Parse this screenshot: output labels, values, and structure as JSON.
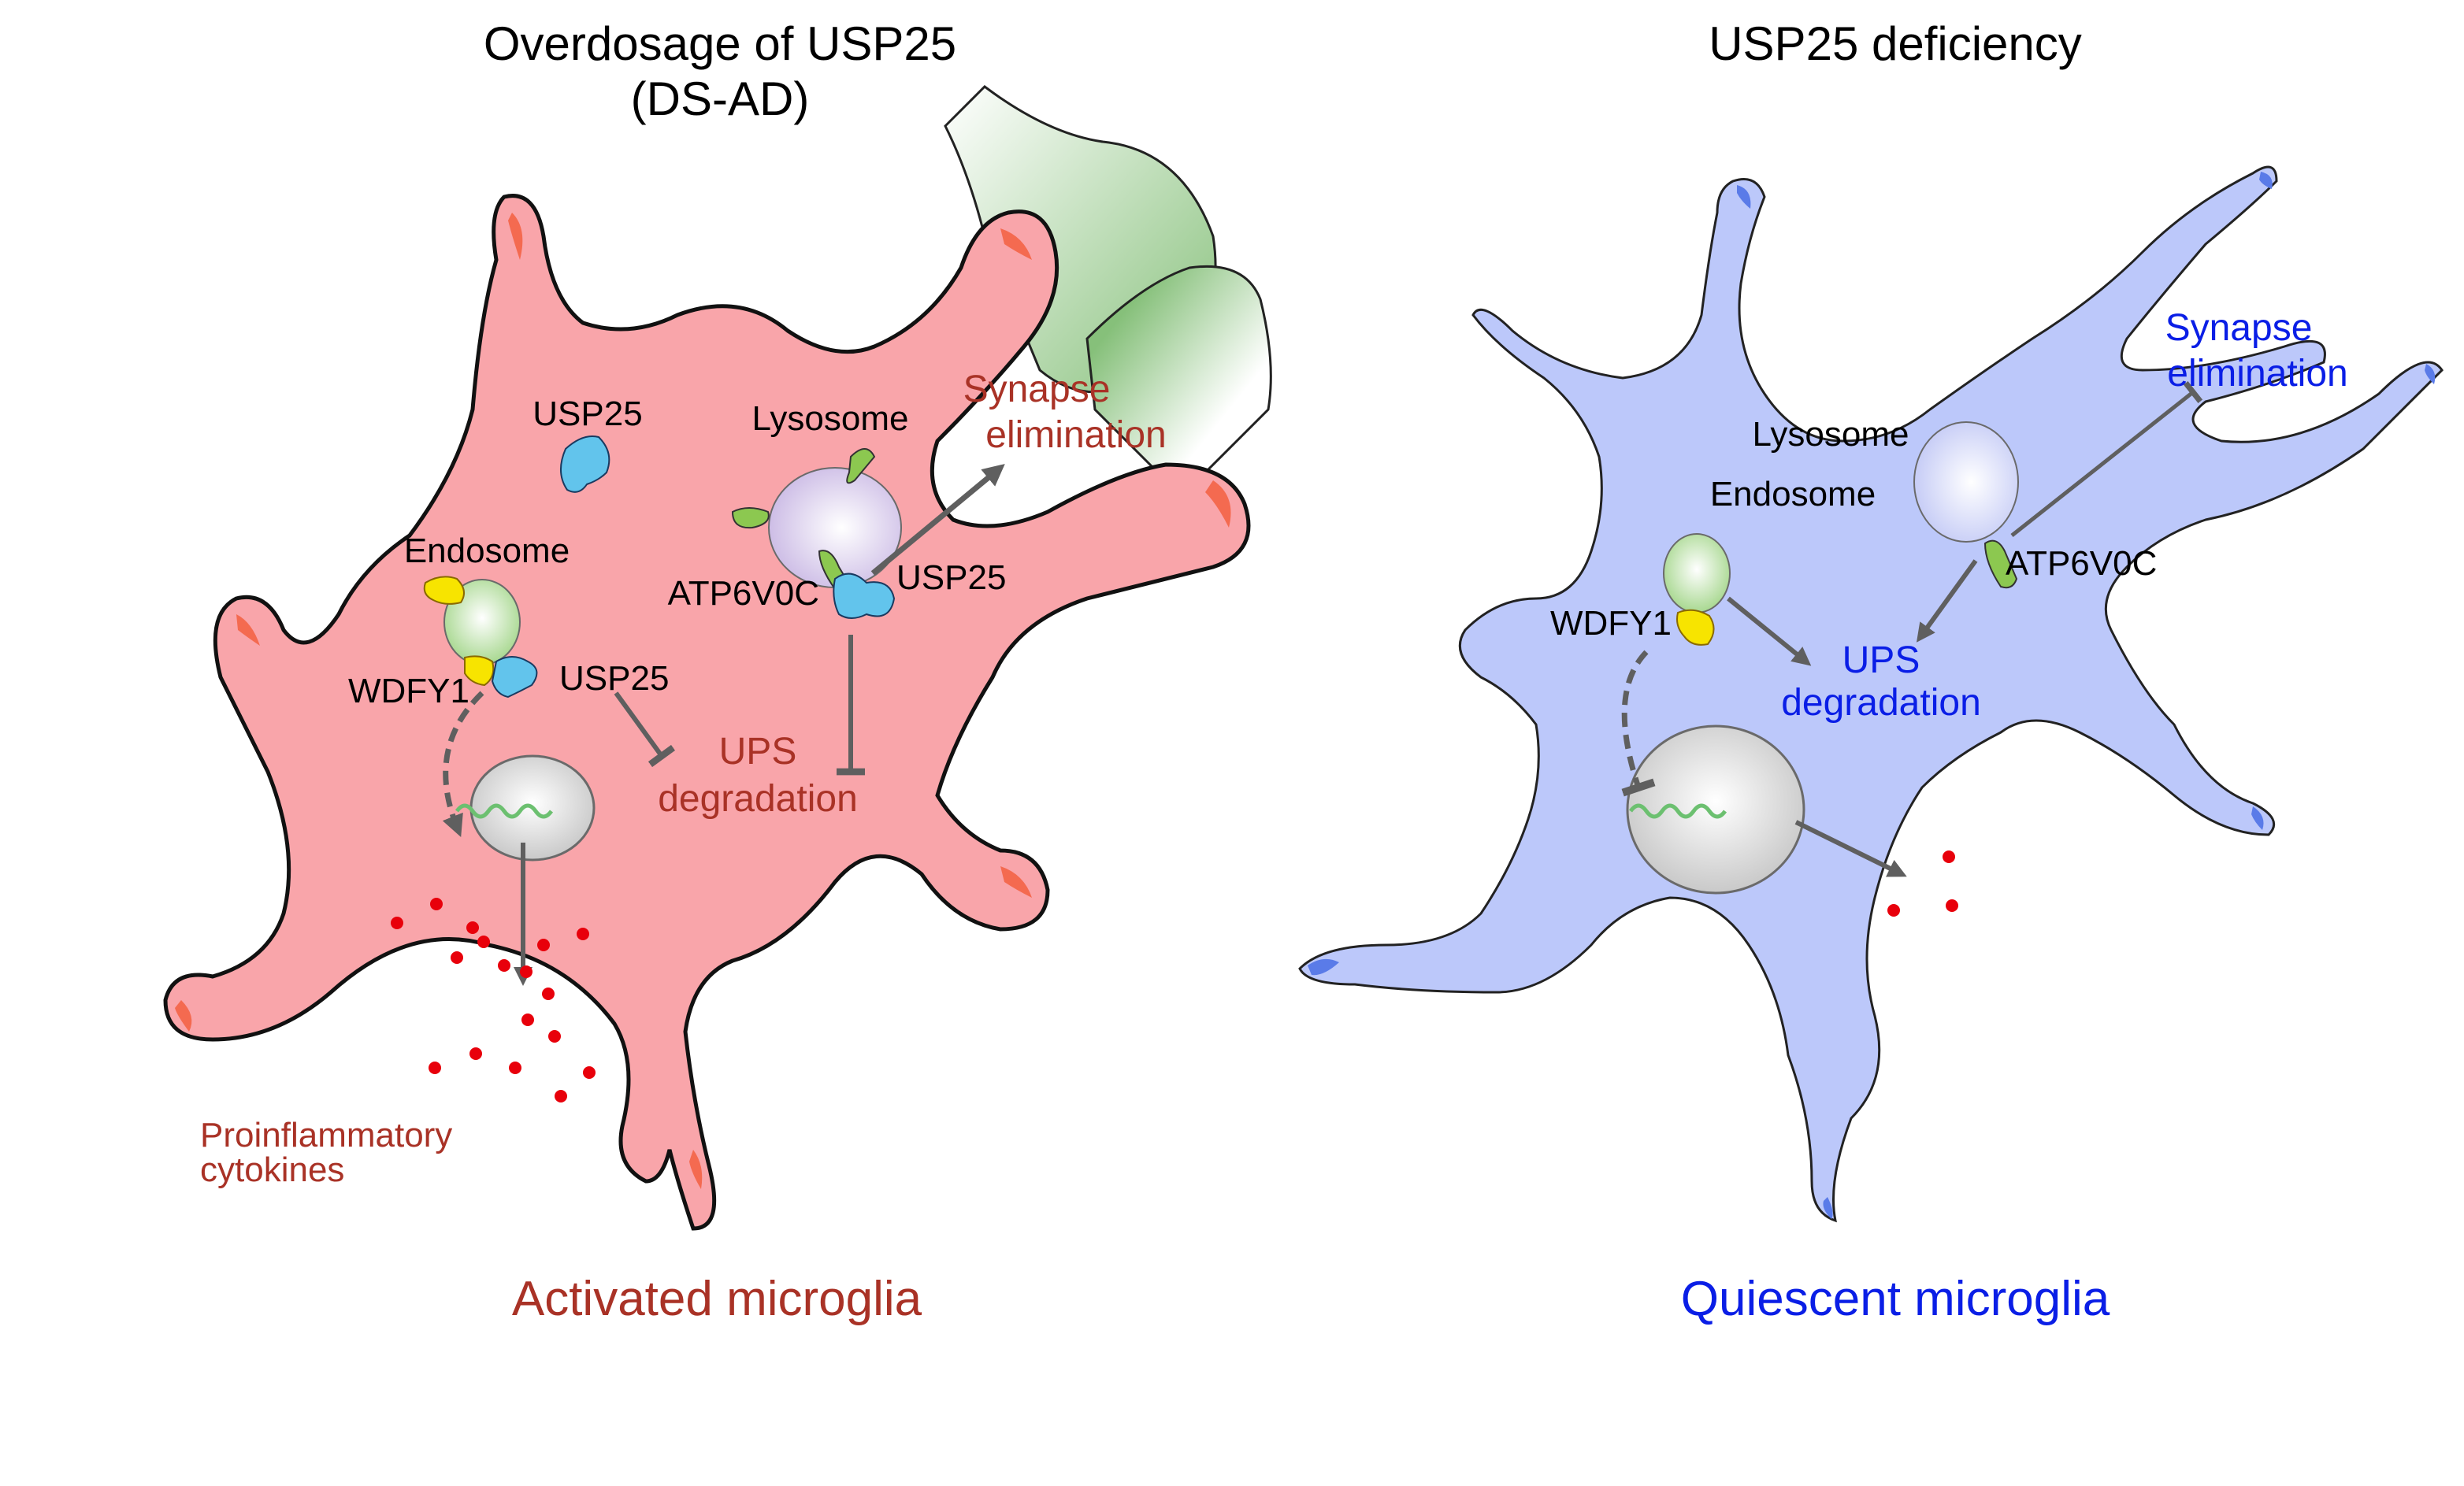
{
  "left_panel": {
    "title_line1": "Overdosage of USP25",
    "title_line2": "(DS-AD)",
    "caption": "Activated microglia",
    "labels": {
      "usp25_free": "USP25",
      "lysosome": "Lysosome",
      "synapse_line1": "Synapse",
      "synapse_line2": "elimination",
      "endosome": "Endosome",
      "atp6v0c": "ATP6V0C",
      "usp25_lysosome": "USP25",
      "wdfy1": "WDFY1",
      "usp25_endosome": "USP25",
      "ups_line1": "UPS",
      "ups_line2": "degradation",
      "cytokines_line1": "Proinflammatory",
      "cytokines_line2": "cytokines"
    }
  },
  "right_panel": {
    "title": "USP25 deficiency",
    "caption": "Quiescent microglia",
    "labels": {
      "lysosome": "Lysosome",
      "endosome": "Endosome",
      "synapse_line1": "Synapse",
      "synapse_line2": "elimination",
      "atp6v0c": "ATP6V0C",
      "wdfy1": "WDFY1",
      "ups_line1": "UPS",
      "ups_line2": "degradation"
    }
  },
  "colors": {
    "activated_cell": "#F9A5AA",
    "activated_accent": "#F46A50",
    "quiescent_cell": "#BCC8FA",
    "quiescent_accent": "#5A7BE8",
    "activated_text": "#A93226",
    "quiescent_text": "#0A1EE6",
    "cytokine_dot": "#E8000B",
    "arrow": "#5F5F5F",
    "usp25_protein": "#62C4EC",
    "wdfy1_protein": "#F7E400",
    "atp6v0c_protein": "#8CC850",
    "endosome": "#A8D890",
    "lysosome": "#D6C6EA",
    "synapse": "#8FC486"
  }
}
